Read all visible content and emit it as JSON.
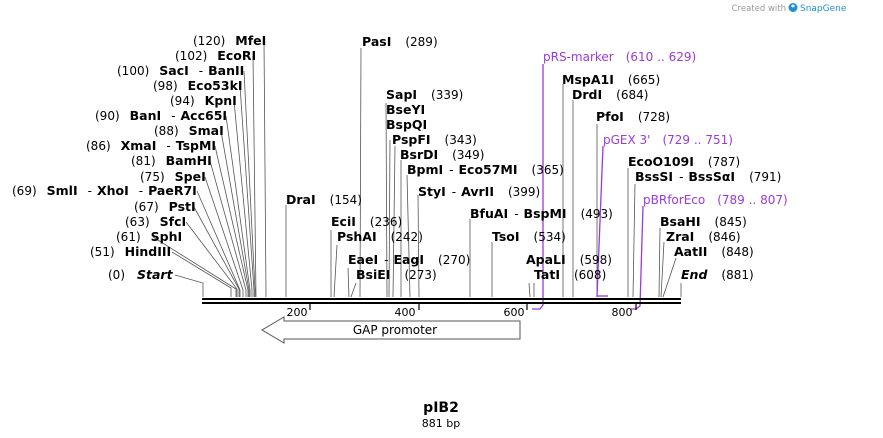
{
  "credit": "Created with",
  "brand": "SnapGene",
  "plasmid": {
    "name": "pIB2",
    "length_label": "881 bp"
  },
  "ruler_ticks": [
    "200",
    "400",
    "600",
    "800"
  ],
  "feature": {
    "label": "GAP promoter"
  },
  "site_labels": [
    {
      "pos": "(0)",
      "name": "Start"
    },
    {
      "pos": "(51)",
      "name": "HindIII"
    },
    {
      "pos": "(61)",
      "name": "SphI"
    },
    {
      "pos": "(63)",
      "name": "SfcI"
    },
    {
      "pos": "(67)",
      "name": "PstI"
    },
    {
      "pos": "(69)",
      "name": "SmlI",
      "name2": "XhoI",
      "name3": "PaeR7I"
    },
    {
      "pos": "(75)",
      "name": "SpeI"
    },
    {
      "pos": "(81)",
      "name": "BamHI"
    },
    {
      "pos": "(86)",
      "name": "XmaI",
      "name2": "TspMI"
    },
    {
      "pos": "(88)",
      "name": "SmaI"
    },
    {
      "pos": "(90)",
      "name": "BanI",
      "name2": "Acc65I"
    },
    {
      "pos": "(94)",
      "name": "KpnI"
    },
    {
      "pos": "(98)",
      "name": "Eco53kI"
    },
    {
      "pos": "(100)",
      "name": "SacI",
      "name2": "BanII"
    },
    {
      "pos": "(102)",
      "name": "EcoRI"
    },
    {
      "pos": "(120)",
      "name": "MfeI"
    },
    {
      "pos": "(154)",
      "name": "DraI"
    },
    {
      "pos": "(236)",
      "name": "EciI"
    },
    {
      "pos": "(242)",
      "name": "PshAI"
    },
    {
      "pos": "(270)",
      "name": "EaeI",
      "name2": "EagI"
    },
    {
      "pos": "(273)",
      "name": "BsiEI"
    },
    {
      "pos": "(289)",
      "name": "PasI"
    },
    {
      "pos": "(339)",
      "name": "SapI",
      "name2": "BseYI",
      "name3": "BspQI"
    },
    {
      "pos": "(343)",
      "name": "PspFI"
    },
    {
      "pos": "(349)",
      "name": "BsrDI"
    },
    {
      "pos": "(365)",
      "name": "BpmI",
      "name2": "Eco57MI"
    },
    {
      "pos": "(399)",
      "name": "StyI",
      "name2": "AvrII"
    },
    {
      "pos": "(493)",
      "name": "BfuAI",
      "name2": "BspMI"
    },
    {
      "pos": "(534)",
      "name": "TsoI"
    },
    {
      "pos": "(598)",
      "name": "ApaLI"
    },
    {
      "pos": "(608)",
      "name": "TatI"
    },
    {
      "pos": "(665)",
      "name": "MspA1I"
    },
    {
      "pos": "(684)",
      "name": "DrdI"
    },
    {
      "pos": "(728)",
      "name": "PfoI"
    },
    {
      "pos": "(787)",
      "name": "EcoO109I"
    },
    {
      "pos": "(791)",
      "name": "BssSI",
      "name2": "BssSαI"
    },
    {
      "pos": "(845)",
      "name": "BsaHI"
    },
    {
      "pos": "(846)",
      "name": "ZraI"
    },
    {
      "pos": "(848)",
      "name": "AatII"
    },
    {
      "pos": "(881)",
      "name": "End"
    }
  ],
  "primers": [
    {
      "name": "pRS-marker",
      "range": "(610 .. 629)"
    },
    {
      "name": "pGEX 3'",
      "range": "(729 .. 751)"
    },
    {
      "name": "pBRforEco",
      "range": "(789 .. 807)"
    }
  ],
  "colors": {
    "primer": "#9b3ad6",
    "line": "#000000",
    "brand": "#1e90d6"
  }
}
